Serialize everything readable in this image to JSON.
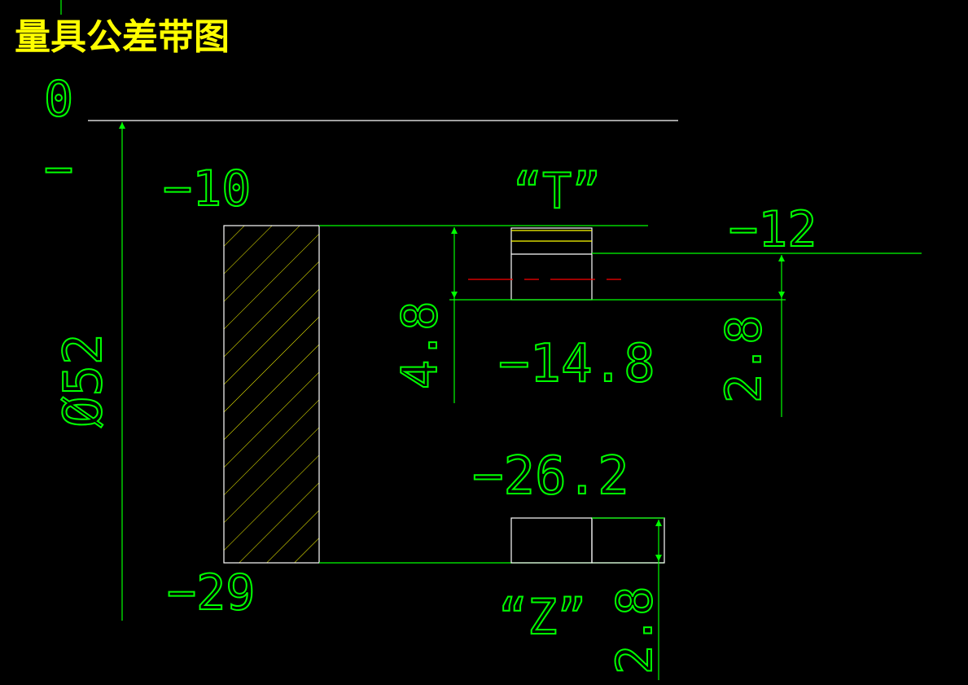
{
  "title": "量具公差带图",
  "labels": {
    "zero": "0",
    "minus_sign": "−",
    "upper_limit": "−10",
    "lower_limit": "−29",
    "diameter": "Ø52",
    "gauge_t": "“T”",
    "gauge_z": "“Z”",
    "t_offset": "−12",
    "t_position": "−14.8",
    "z_position": "−26.2",
    "dim_4_8": "4.8",
    "dim_2_8_t": "2.8",
    "dim_2_8_z": "2.8"
  },
  "colors": {
    "background": "#000000",
    "dimension": "#00ff00",
    "outline": "#ffffff",
    "title": "#ffff00",
    "hatch": "#ffff00",
    "centerline": "#ff0000"
  }
}
